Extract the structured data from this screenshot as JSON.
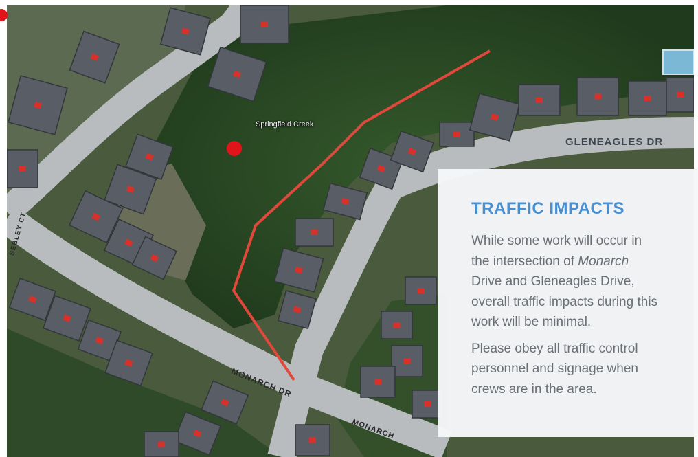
{
  "map": {
    "place_labels": {
      "gleneagles_dr": "GLENEAGLES DR",
      "monarch_dr_west": "MONARCH DR",
      "monarch_dr_east": "MONARCH",
      "sebley_ct": "SEBLEY CT",
      "creek": "Springfield Creek"
    },
    "colors": {
      "route": "#e0483c",
      "marker": "#e2141b",
      "road": "#b9bcbe",
      "vegetation": "#2b4a25"
    }
  },
  "info_panel": {
    "title": "TRAFFIC IMPACTS",
    "paragraph_1_lines": [
      "While some work will occur in",
      "the intersection of Monarch",
      "Drive and Gleneagles Drive,",
      "overall traffic impacts during this",
      "work will be minimal."
    ],
    "paragraph_1_emphasis": "Monarch",
    "paragraph_2_lines": [
      "Please obey all traffic control",
      "personnel and signage when",
      "crews are in the area."
    ],
    "colors": {
      "title": "#4a8fd0",
      "body": "#6b6f76"
    }
  }
}
